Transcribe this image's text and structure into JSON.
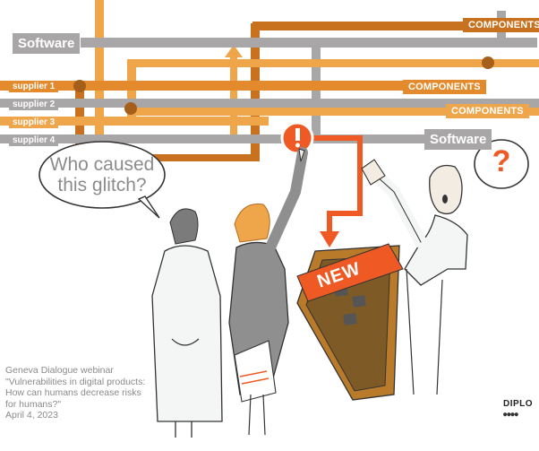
{
  "labels": {
    "software_left": "Software",
    "software_right": "Software",
    "supplier_1": "supplier 1",
    "supplier_2": "supplier 2",
    "supplier_3": "supplier 3",
    "supplier_4": "supplier 4",
    "components_top": "COMPONENTS",
    "components_mid": "COMPONENTS",
    "components_low": "COMPONENTS",
    "new_sign": "NEW"
  },
  "bubbles": {
    "left_line1": "Who caused",
    "left_line2": "this glitch?",
    "right": "?"
  },
  "caption": {
    "line1": "Geneva Dialogue webinar",
    "line2": "\"Vulnerabilities in digital products:",
    "line3": "How can humans decrease risks",
    "line4": "for humans?\"",
    "date": "April 4, 2023"
  },
  "logo": {
    "name": "DIPLO"
  },
  "colors": {
    "grey_pipe": "#a9a6a8",
    "dark_orange": "#c8711f",
    "light_orange": "#efa54a",
    "mid_orange": "#e38a2c",
    "alert_red": "#ef5a24"
  }
}
